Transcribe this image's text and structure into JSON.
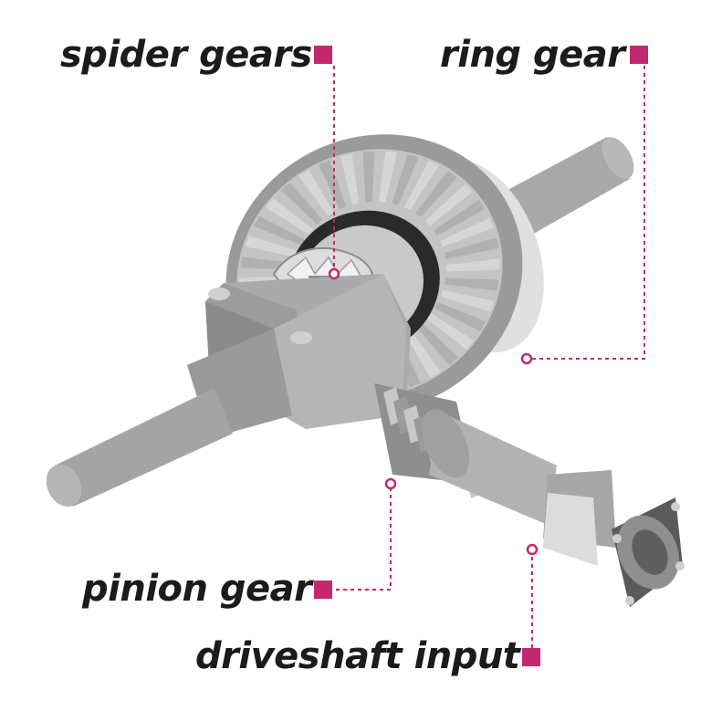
{
  "labels": {
    "spider_gears": "spider gears",
    "ring_gear": "ring gear",
    "pinion_gear": "pinion gear",
    "driveshaft_input": "driveshaft input"
  },
  "colors": {
    "accent": "#c3286e",
    "text": "#1b1b1b",
    "gear_light": "#bdbdbd",
    "gear_mid": "#a3a3a3",
    "gear_dark": "#7f7f7f",
    "gear_black": "#2a2a2a",
    "shell": "#e0e0e0"
  },
  "icons": {
    "square": "callout-square-icon",
    "circle": "callout-anchor-icon"
  }
}
